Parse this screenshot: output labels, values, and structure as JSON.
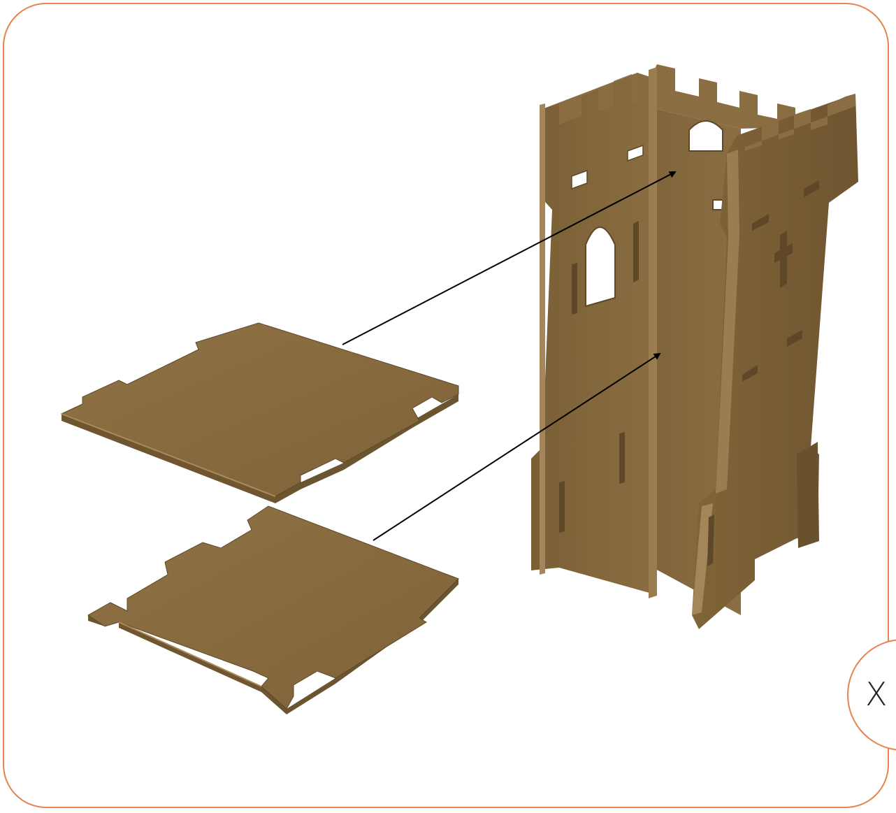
{
  "step": {
    "label": "X"
  },
  "colors": {
    "frame_border": "#e8834e",
    "wood_top": "#8a6d42",
    "wood_side": "#6b5430",
    "wood_light": "#9a7c4e",
    "arrow": "#000000"
  },
  "parts": {
    "upper_floor_panel": "wooden-floor-panel-upper",
    "lower_floor_panel": "wooden-floor-panel-lower",
    "tower": "wooden-castle-tower",
    "arrows": [
      "arrow-upper-panel-to-tower",
      "arrow-lower-panel-to-tower"
    ]
  }
}
